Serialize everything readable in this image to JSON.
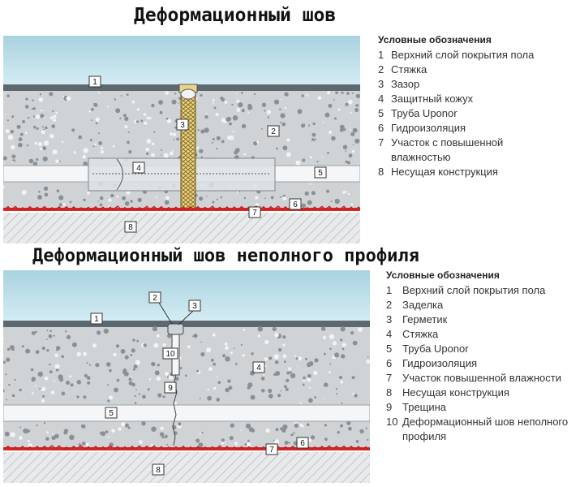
{
  "diagram1": {
    "title": "Деформационный шов",
    "legend_heading": "Условные обозначения",
    "legend": [
      {
        "num": "1",
        "text": "Верхний слой покрытия пола"
      },
      {
        "num": "2",
        "text": "Стяжка"
      },
      {
        "num": "3",
        "text": "Зазор"
      },
      {
        "num": "4",
        "text": "Защитный кожух"
      },
      {
        "num": "5",
        "text": "Труба Uponor"
      },
      {
        "num": "6",
        "text": "Гидроизоляция"
      },
      {
        "num": "7",
        "text": "Участок с повышенной влажностью"
      },
      {
        "num": "8",
        "text": "Несущая конструкция"
      }
    ],
    "callouts": [
      "1",
      "2",
      "3",
      "4",
      "5",
      "6",
      "7",
      "8"
    ]
  },
  "diagram2": {
    "title": "Деформационный шов неполного профиля",
    "legend_heading": "Условные обозначения",
    "legend": [
      {
        "num": "1",
        "text": "Верхний слой покрытия пола"
      },
      {
        "num": "2",
        "text": "Заделка"
      },
      {
        "num": "3",
        "text": "Герметик"
      },
      {
        "num": "4",
        "text": "Стяжка"
      },
      {
        "num": "5",
        "text": "Труба Uponor"
      },
      {
        "num": "6",
        "text": "Гидроизоляция"
      },
      {
        "num": "7",
        "text": "Участок повышенной влажности"
      },
      {
        "num": "8",
        "text": "Несущая конструкция"
      },
      {
        "num": "9",
        "text": "Трещина"
      },
      {
        "num": "10",
        "text": "Деформационный шов неполного профиля"
      }
    ],
    "callouts": [
      "1",
      "2",
      "3",
      "4",
      "5",
      "6",
      "7",
      "8",
      "9",
      "10"
    ]
  },
  "colors": {
    "sky": "#b9dde8",
    "floor_top": "#5e6870",
    "screed": "#cfd3d6",
    "speckle": "#8a9096",
    "pipe": "#f4f6f7",
    "sleeve": "#d8dde0",
    "insulation": "#e8d27a",
    "waterproof": "#d62828",
    "base": "#e6e8ea"
  },
  "icons": [
    "callout-label",
    "expansion-joint-insulation",
    "pipe",
    "sealant"
  ]
}
